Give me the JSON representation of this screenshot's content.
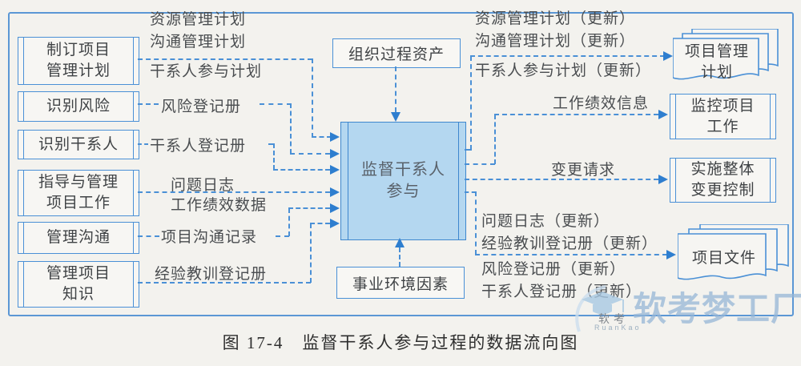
{
  "caption": "图 17-4　监督干系人参与过程的数据流向图",
  "watermark": {
    "brand": "软考梦工厂",
    "logo_text": "软考",
    "logo_subtext": "RuanKao"
  },
  "colors": {
    "line_blue": "#4a90d6",
    "center_fill": "#b4d7f0",
    "page_bg": "#f3f2ee"
  },
  "left_processes": [
    {
      "label": "制订项目\n管理计划"
    },
    {
      "label": "识别风险"
    },
    {
      "label": "识别干系人"
    },
    {
      "label": "指导与管理\n项目工作"
    },
    {
      "label": "管理沟通"
    },
    {
      "label": "管理项目\n知识"
    }
  ],
  "center_process": {
    "label": "监督干系人\n参与"
  },
  "aux": {
    "top": {
      "label": "组织过程资产"
    },
    "bottom": {
      "label": "事业环境因素"
    }
  },
  "right_processes": [
    {
      "label": "监控项目\n工作"
    },
    {
      "label": "实施整体\n变更控制"
    }
  ],
  "documents": [
    {
      "label": "项目管理\n计划"
    },
    {
      "label": "项目文件"
    }
  ],
  "flow_labels": {
    "left": [
      "资源管理计划",
      "沟通管理计划",
      "干系人参与计划",
      "风险登记册",
      "干系人登记册",
      "问题日志",
      "工作绩效数据",
      "项目沟通记录",
      "经验教训登记册"
    ],
    "right": [
      "资源管理计划（更新）",
      "沟通管理计划（更新）",
      "干系人参与计划（更新）",
      "工作绩效信息",
      "变更请求",
      "问题日志（更新）",
      "经验教训登记册（更新）",
      "风险登记册（更新）",
      "干系人登记册（更新）"
    ]
  }
}
